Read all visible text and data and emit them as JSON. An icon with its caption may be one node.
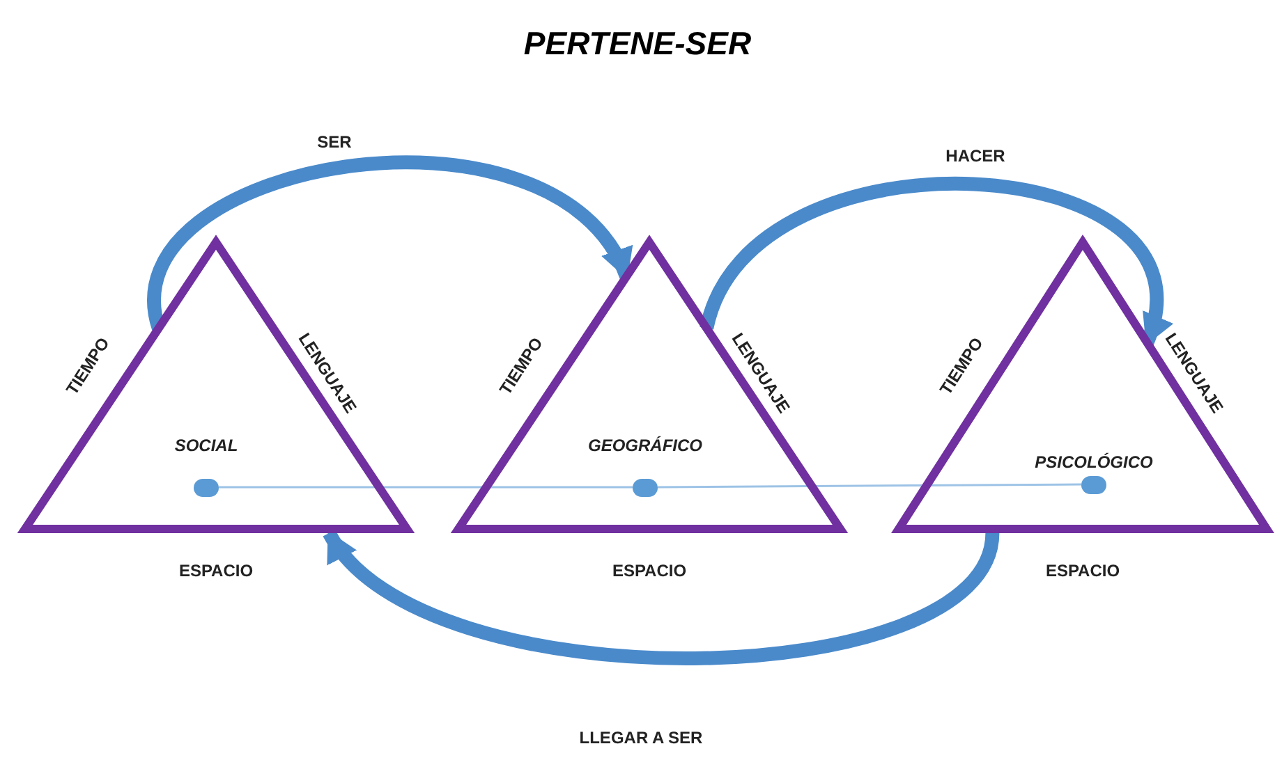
{
  "diagram": {
    "title": "PERTENE-SER",
    "nodes": [
      {
        "text": [
          "TIEMPO",
          "LENGUAJE",
          "SOCIAL",
          "ESPACIO"
        ]
      },
      {
        "text": [],
        "shape": "circle",
        "in": 0
      },
      {
        "text": [
          "TIEMPO",
          "LENGUAJE",
          "GEOGRÁFICO",
          "ESPACIO"
        ]
      },
      {
        "text": [],
        "shape": "circle",
        "in": 2
      },
      {
        "text": [
          "TIEMPO",
          "LENGUAJE",
          "PSICOLÓGICO",
          "ESPACIO"
        ]
      },
      {
        "text": [],
        "shape": "circle",
        "in": 4
      }
    ],
    "edges": [
      {
        "from": 0,
        "to": 2,
        "arrow": "to",
        "label": "SER"
      },
      {
        "from": 2,
        "to": 4,
        "arrow": "to",
        "label": "HACER"
      },
      {
        "from": 4,
        "to": 0,
        "arrow": "to",
        "label": "LLEGAR A SER"
      },
      {
        "from": 1,
        "to": 3,
        "arrow": "none",
        "color": "#9dc3e6"
      },
      {
        "from": 3,
        "to": 5,
        "arrow": "none",
        "color": "#9dc3e6"
      }
    ]
  }
}
